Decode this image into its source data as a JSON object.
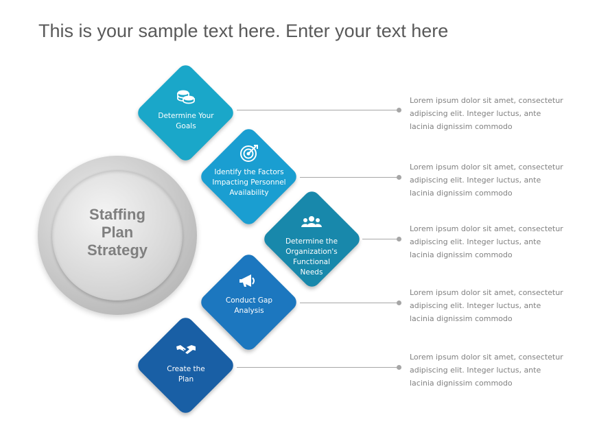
{
  "title": "This is your sample text here. Enter your text here",
  "center": {
    "label": "Staffing\nPlan\nStrategy"
  },
  "steps": [
    {
      "label": "Determine Your\nGoals",
      "icon": "coins-icon",
      "color": "#1aa7c9",
      "description": "Lorem ipsum dolor sit amet, consectetur adipiscing elit. Integer luctus, ante lacinia dignissim commodo"
    },
    {
      "label": "Identify the Factors\nImpacting Personnel\nAvailability",
      "icon": "target-icon",
      "color": "#1a9ed1",
      "description": "Lorem ipsum dolor sit amet, consectetur adipiscing elit. Integer luctus, ante lacinia dignissim commodo"
    },
    {
      "label": "Determine the\nOrganization's\nFunctional\nNeeds",
      "icon": "team-icon",
      "color": "#1888ab",
      "description": "Lorem ipsum dolor sit amet, consectetur adipiscing elit. Integer luctus, ante lacinia dignissim commodo"
    },
    {
      "label": "Conduct Gap\nAnalysis",
      "icon": "megaphone-icon",
      "color": "#1c77bf",
      "description": "Lorem ipsum dolor sit amet, consectetur adipiscing elit. Integer luctus, ante lacinia dignissim commodo"
    },
    {
      "label": "Create the\nPlan",
      "icon": "handshake-icon",
      "color": "#195fa5",
      "description": "Lorem ipsum dolor sit amet, consectetur adipiscing elit. Integer luctus, ante lacinia dignissim commodo"
    }
  ]
}
